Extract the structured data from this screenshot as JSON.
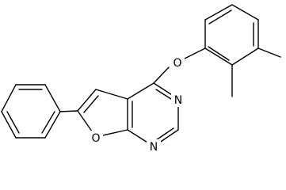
{
  "diagram": {
    "atom_labels": {
      "oxygen_ether": "O",
      "nitrogen_upper": "N",
      "nitrogen_lower": "N",
      "oxygen_furan": "O"
    },
    "colors": {
      "bond": "#000000",
      "label": "#000000",
      "background": "#ffffff"
    }
  }
}
